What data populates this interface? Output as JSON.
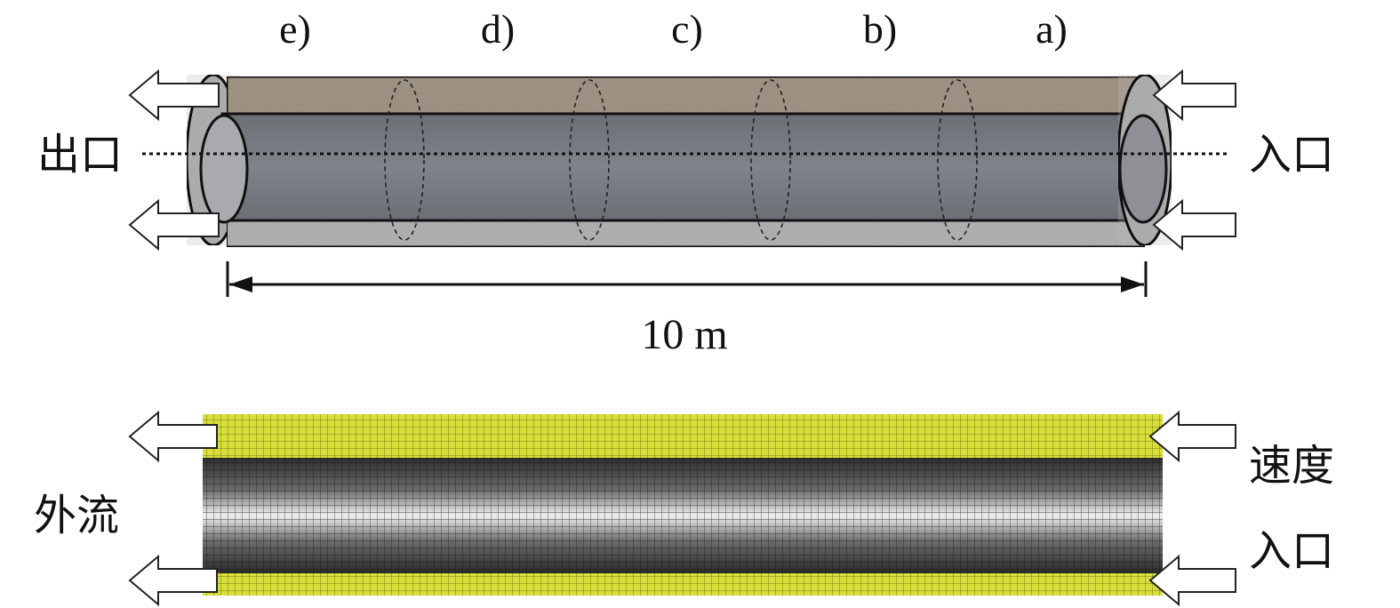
{
  "top_figure": {
    "section_labels": [
      "e)",
      "d)",
      "c)",
      "b)",
      "a)"
    ],
    "length_label": "10 m",
    "outlet_label": "出口",
    "inlet_label": "入口"
  },
  "bottom_figure": {
    "outer_flow_label": "外流",
    "velocity_label": "速度",
    "inlet_label": "入口"
  },
  "colors": {
    "outer_soil": "#a79a8c",
    "inner_pipe": "#76797e",
    "mesh_outer": "#d8df3a",
    "mesh_inner_dark": "#3a3a3a",
    "mesh_inner_light": "#e8e8e8"
  }
}
